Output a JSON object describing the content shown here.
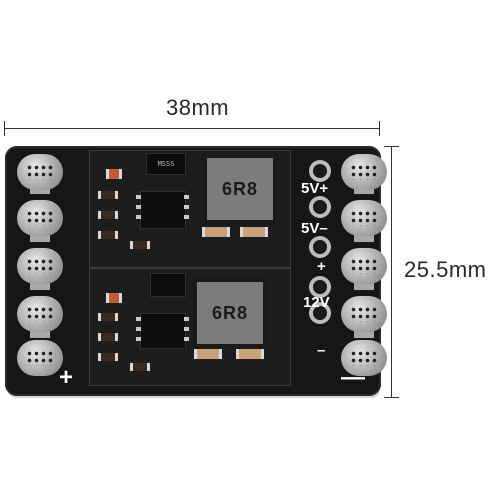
{
  "dimensions": {
    "width_label": "38mm",
    "height_label": "25.5mm"
  },
  "board": {
    "top_module": {
      "inductor_label": "6R8",
      "chip_marking": "MSSS"
    },
    "bottom_module": {
      "inductor_label": "6R8"
    },
    "silkscreen": {
      "top_positive": "5V+",
      "top_negative": "5V–",
      "bottom_plus": "+",
      "bottom_voltage": "12V",
      "bottom_minus": "–",
      "left_plus": "+",
      "right_minus": "—"
    }
  },
  "colors": {
    "pcb": "#161616",
    "pads": "#a8a8a8",
    "silkscreen": "#ffffff"
  }
}
